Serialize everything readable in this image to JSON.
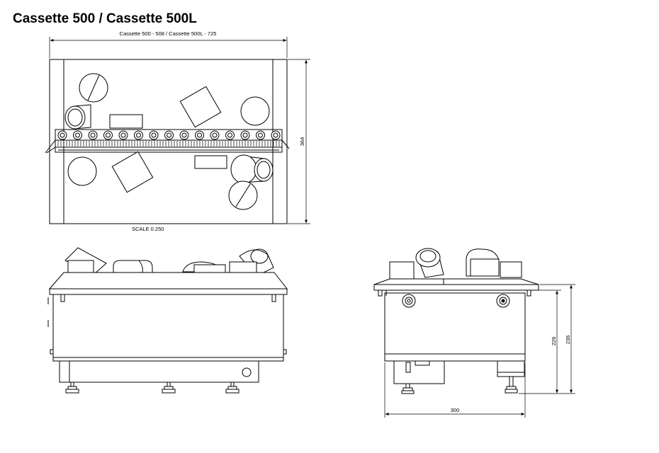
{
  "title": "Cassette 500 / Cassette 500L",
  "top_view": {
    "width_label": "Cassette 500 - 508 / Cassette 500L - 725",
    "height_label": "364",
    "scale_label": "SCALE  0.250"
  },
  "side_view": {
    "height_inner_label": "226",
    "height_outer_label": "236",
    "depth_label": "300"
  }
}
